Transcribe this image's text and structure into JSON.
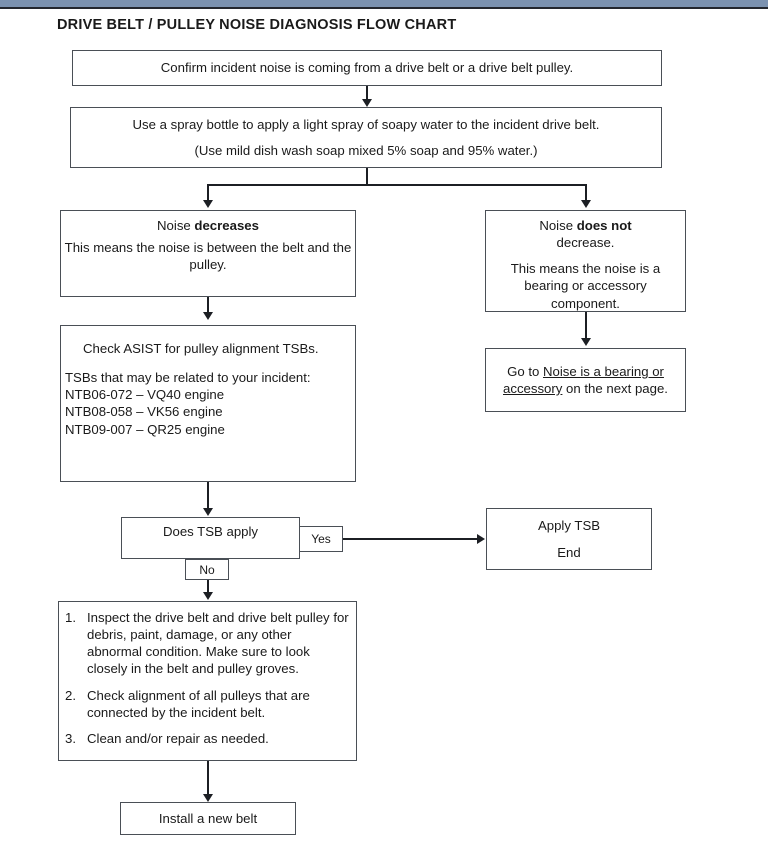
{
  "page": {
    "title": "DRIVE BELT / PULLEY NOISE DIAGNOSIS FLOW CHART",
    "accent_bar_color": "#7b92b0",
    "rule_color": "#23272e",
    "box_border_color": "#4a4f56",
    "connector_color": "#1c1f24"
  },
  "chart_data": {
    "type": "diagram",
    "title": "DRIVE BELT / PULLEY NOISE DIAGNOSIS FLOW CHART",
    "nodes": [
      {
        "id": "confirm",
        "label": "Confirm incident noise is coming from a drive belt or a drive belt pulley."
      },
      {
        "id": "spray_line1",
        "label": "Use a spray bottle to apply a light spray of soapy water to the incident drive belt."
      },
      {
        "id": "spray_line2",
        "label": "(Use mild dish wash soap mixed 5% soap and 95% water.)"
      },
      {
        "id": "decreases_head",
        "label": "Noise decreases"
      },
      {
        "id": "decreases_body",
        "label": "This means the noise is between the belt and the pulley."
      },
      {
        "id": "not_decrease_head",
        "label": "Noise does not decrease."
      },
      {
        "id": "not_decrease_body",
        "label": "This means the noise is a bearing or accessory component."
      },
      {
        "id": "goto_next_page",
        "label": "Go to Noise is a bearing or accessory on the next page."
      },
      {
        "id": "asist_head",
        "label": "Check ASIST for pulley alignment TSBs."
      },
      {
        "id": "asist_body",
        "label": "TSBs that may be related to your incident:"
      },
      {
        "id": "tsb_1",
        "label": "NTB06-072 – VQ40 engine"
      },
      {
        "id": "tsb_2",
        "label": "NTB08-058 – VK56 engine"
      },
      {
        "id": "tsb_3",
        "label": "NTB09-007 – QR25 engine"
      },
      {
        "id": "decision",
        "label": "Does TSB apply"
      },
      {
        "id": "apply_tsb",
        "label": "Apply TSB"
      },
      {
        "id": "end",
        "label": "End"
      },
      {
        "id": "step_1",
        "label": "Inspect the drive belt and drive belt pulley for debris, paint, damage, or any other abnormal condition. Make sure to look closely in the belt and pulley groves."
      },
      {
        "id": "step_2",
        "label": "Check alignment of all pulleys that are connected by the incident belt."
      },
      {
        "id": "step_3",
        "label": "Clean and/or repair as needed."
      },
      {
        "id": "install_belt",
        "label": "Install a new belt"
      }
    ],
    "edges": [
      {
        "from": "confirm",
        "to": "spray",
        "label": ""
      },
      {
        "from": "spray",
        "to": "decreases",
        "label": ""
      },
      {
        "from": "spray",
        "to": "not_decrease",
        "label": ""
      },
      {
        "from": "decreases",
        "to": "asist",
        "label": ""
      },
      {
        "from": "not_decrease",
        "to": "goto_next_page",
        "label": ""
      },
      {
        "from": "asist",
        "to": "decision",
        "label": ""
      },
      {
        "from": "decision",
        "to": "apply_tsb",
        "label": "Yes"
      },
      {
        "from": "decision",
        "to": "steps",
        "label": "No"
      },
      {
        "from": "steps",
        "to": "install_belt",
        "label": ""
      }
    ]
  },
  "boxes": {
    "confirm": {
      "text": "Confirm incident noise is coming from a drive belt or a drive belt pulley."
    },
    "spray": {
      "line1": "Use a spray bottle to apply a light spray of soapy water to the incident drive belt.",
      "line2": "(Use mild dish wash soap mixed 5% soap and 95% water.)"
    },
    "noise_decreases": {
      "head_prefix": "Noise ",
      "head_bold": "decreases",
      "body": "This means the noise is between the belt and the pulley."
    },
    "noise_not_decrease": {
      "head_prefix": "Noise ",
      "head_bold": "does not",
      "head_suffix": "decrease.",
      "body": "This means the noise is a bearing or accessory component."
    },
    "goto_next_page": {
      "prefix": "Go to ",
      "link": "Noise is a bearing or accessory",
      "suffix": " on the next page."
    },
    "asist": {
      "head": "Check ASIST for pulley alignment TSBs.",
      "body": "TSBs that may be related to your incident:",
      "tsbs": [
        "NTB06-072 – VQ40 engine",
        "NTB08-058 – VK56 engine",
        "NTB09-007 – QR25 engine"
      ]
    },
    "decision": {
      "text": "Does TSB apply",
      "yes_label": "Yes",
      "no_label": "No"
    },
    "apply_tsb": {
      "line1": "Apply TSB",
      "line2": "End"
    },
    "steps": {
      "items": [
        {
          "num": "1.",
          "text": "Inspect the drive belt and drive belt pulley for debris, paint, damage, or any other abnormal condition. Make sure to look closely in the belt and pulley groves."
        },
        {
          "num": "2.",
          "text": "Check alignment of all pulleys that are connected by the incident belt."
        },
        {
          "num": "3.",
          "text": "Clean and/or repair as needed."
        }
      ]
    },
    "install_belt": {
      "text": "Install a new belt"
    }
  }
}
